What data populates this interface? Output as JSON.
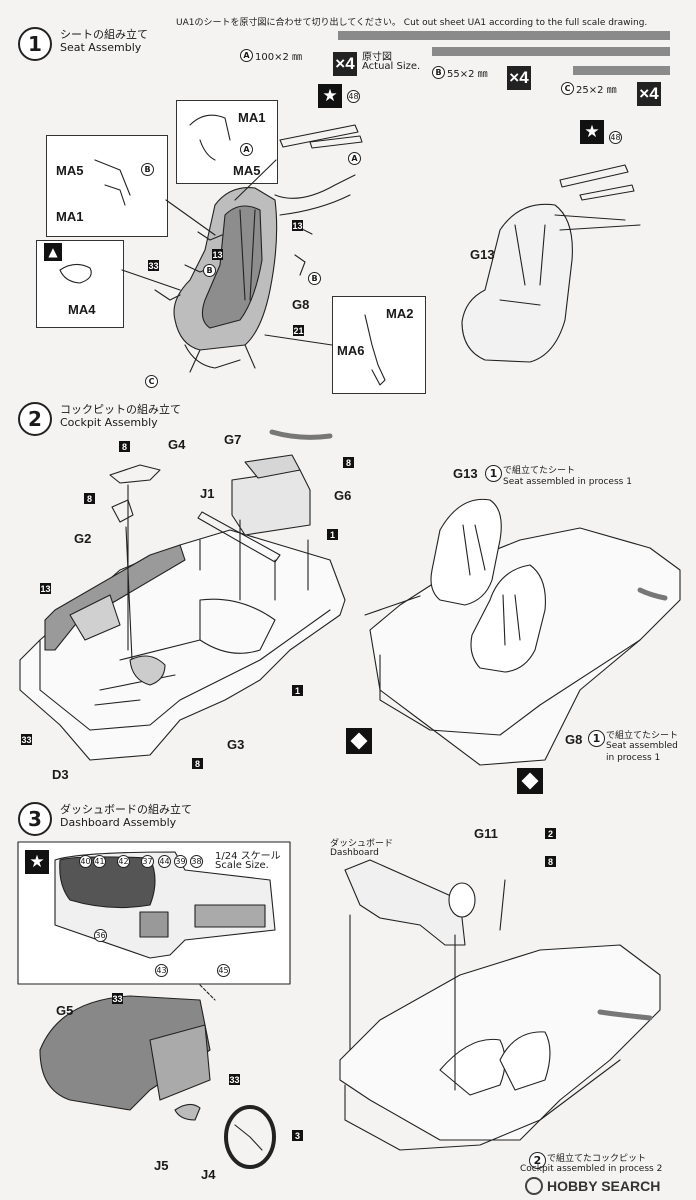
{
  "header": {
    "instruction": "UA1のシートを原寸図に合わせて切り出してください。 Cut out sheet UA1 according to the full scale drawing.",
    "sheet_a": {
      "letter": "A",
      "size": "100×2 ㎜"
    },
    "sheet_b": {
      "letter": "B",
      "size": "55×2 ㎜"
    },
    "sheet_c": {
      "letter": "C",
      "size": "25×2 ㎜"
    },
    "mult": "×4",
    "actual_ja": "原寸図",
    "actual_en": "Actual Size."
  },
  "step1": {
    "num": "1",
    "title_ja": "シートの組み立て",
    "title_en": "Seat Assembly",
    "labels": {
      "ma1_top": "MA1",
      "ma5_top": "MA5",
      "ma5_left": "MA5",
      "ma1_left": "MA1",
      "ma4": "MA4",
      "ma2": "MA2",
      "ma6": "MA6",
      "g8": "G8",
      "g13": "G13"
    },
    "tags": {
      "t13a": "13",
      "t13b": "13",
      "t33": "33",
      "t21": "21",
      "t48a": "48",
      "t48b": "48"
    },
    "letters": {
      "a": "A",
      "b": "B",
      "c": "C"
    }
  },
  "step2": {
    "num": "2",
    "title_ja": "コックピットの組み立て",
    "title_en": "Cockpit Assembly",
    "labels": {
      "g7": "G7",
      "g4": "G4",
      "g2": "G2",
      "j1": "J1",
      "g6": "G6",
      "g3": "G3",
      "d3": "D3",
      "g13": "G13",
      "g8": "G8"
    },
    "tags": {
      "t8a": "8",
      "t8b": "8",
      "t8c": "8",
      "t8d": "8",
      "t1a": "1",
      "t1b": "1",
      "t13": "13",
      "t33": "33"
    },
    "note_g13_ja": "で組立てたシート",
    "note_g13_en": "Seat assembled in process 1",
    "note_g8_ja": "で組立てたシート",
    "note_g8_en_1": "Seat assembled",
    "note_g8_en_2": "in process 1",
    "ref": "1"
  },
  "step3": {
    "num": "3",
    "title_ja": "ダッシュボードの組み立て",
    "title_en": "Dashboard Assembly",
    "scale_ja": "1/24 スケール",
    "scale_en": "Scale Size.",
    "decals": [
      "40",
      "41",
      "42",
      "37",
      "44",
      "39",
      "38",
      "36",
      "43",
      "45"
    ],
    "labels": {
      "g5": "G5",
      "j5": "J5",
      "j4": "J4",
      "g11": "G11"
    },
    "tags": {
      "t33a": "33",
      "t33b": "33",
      "t3": "3",
      "t2": "2",
      "t8": "8"
    },
    "dash_ja": "ダッシュボード",
    "dash_en": "Dashboard",
    "cockpit_ja": "で組立てたコックピット",
    "cockpit_en": "Cockpit assembled in process 2",
    "ref": "2"
  },
  "watermark": "HOBBY SEARCH"
}
